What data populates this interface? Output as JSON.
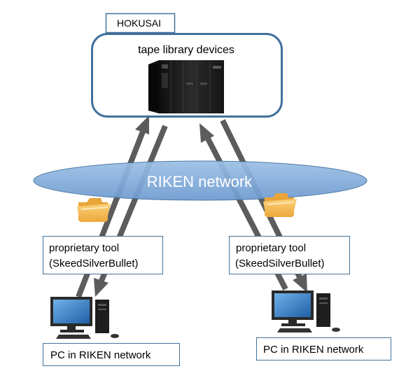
{
  "system": {
    "tag": "HOKUSAI",
    "storage_title": "tape library devices"
  },
  "network": {
    "label": "RIKEN network"
  },
  "tools": [
    {
      "line1": "proprietary tool",
      "line2": "(SkeedSilverBullet)"
    },
    {
      "line1": "proprietary tool",
      "line2": "(SkeedSilverBullet)"
    }
  ],
  "clients": [
    {
      "label": "PC in RIKEN network"
    },
    {
      "label": "PC in RIKEN network"
    }
  ],
  "icons": {
    "tape_library": "tape-library-icon",
    "folder": "folder-icon",
    "pc": "desktop-pc-icon"
  },
  "colors": {
    "box_border": "#41719c",
    "network_fill": "#7fa9d8",
    "network_text": "#ffffff",
    "arrow": "#5c5c5c",
    "folder": "#f6b64c",
    "tape_body": "#1c1c1c"
  }
}
